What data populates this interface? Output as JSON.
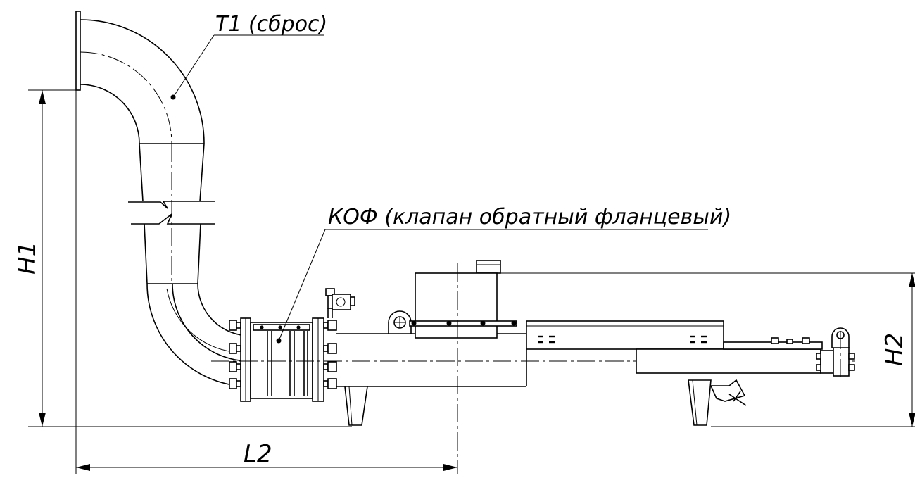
{
  "labels": {
    "t1": "T1 (сброс)",
    "kof": "КОФ (клапан обратный фланцевый)"
  },
  "dimensions": {
    "h1": "H1",
    "h2": "H2",
    "l2": "L2"
  }
}
